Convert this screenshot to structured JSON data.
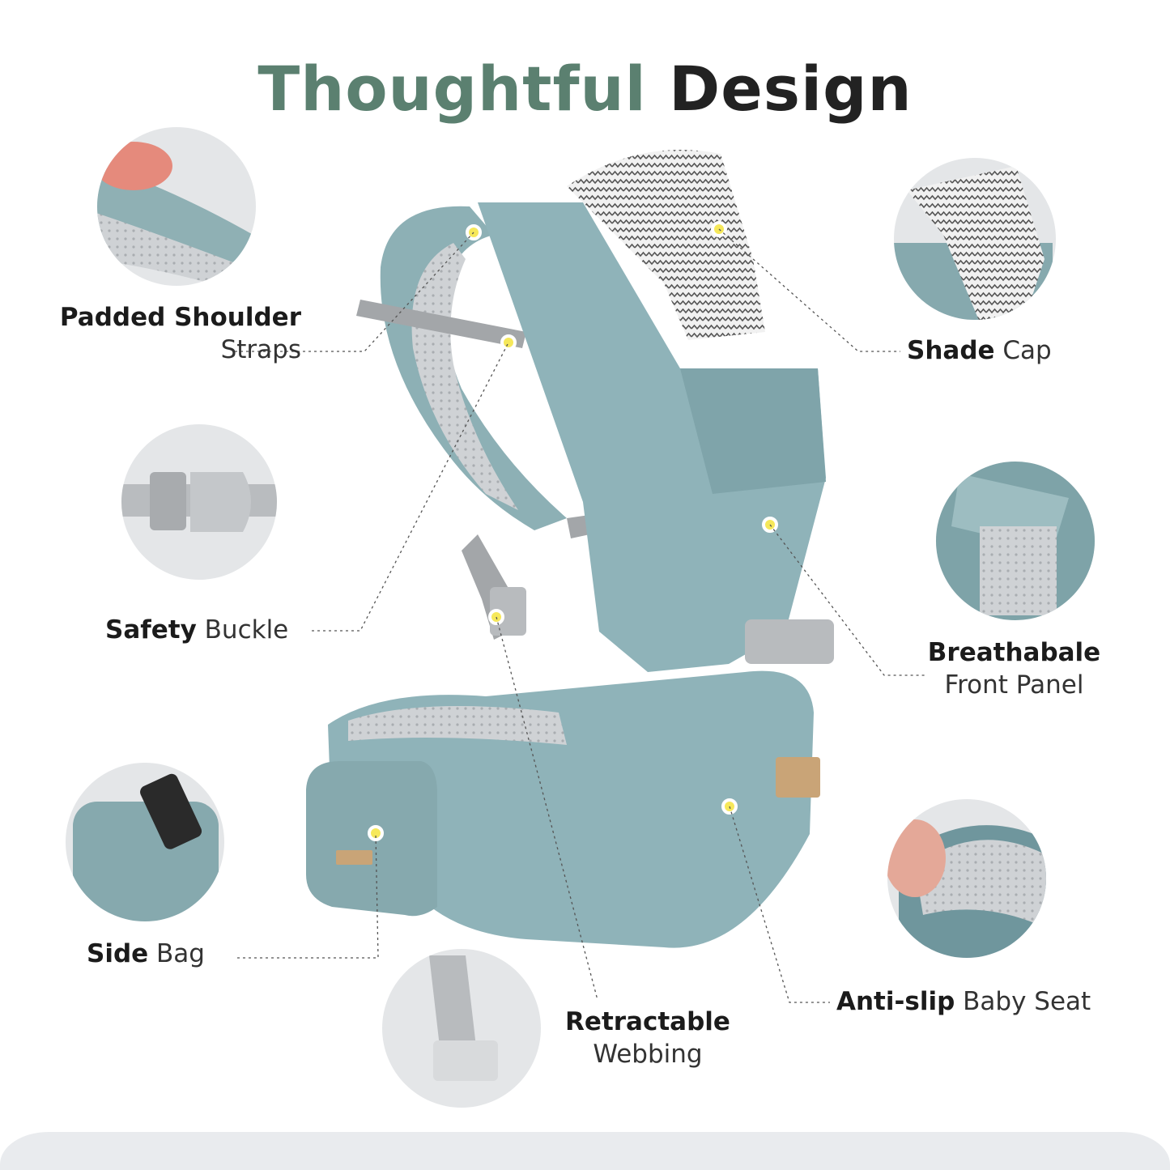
{
  "title": {
    "accent": "Thoughtful",
    "rest": "Design"
  },
  "features": {
    "padded_shoulder": {
      "bold": "Padded Shoulder",
      "light": "Straps"
    },
    "shade_cap": {
      "bold": "Shade",
      "light": "Cap"
    },
    "safety_buckle": {
      "bold": "Safety",
      "light": "Buckle"
    },
    "front_panel": {
      "bold": "Breathabale",
      "light": "Front Panel"
    },
    "side_bag": {
      "bold": "Side",
      "light": "Bag"
    },
    "anti_slip": {
      "bold": "Anti-slip",
      "light": "Baby Seat"
    },
    "webbing": {
      "bold": "Retractable",
      "light": "Webbing"
    }
  },
  "colors": {
    "accent": "#5b8070",
    "carrier": "#8fb3b9",
    "carrier_dark": "#6f969d",
    "mesh": "#c9cccf",
    "hotspot": "#f6e85a"
  }
}
